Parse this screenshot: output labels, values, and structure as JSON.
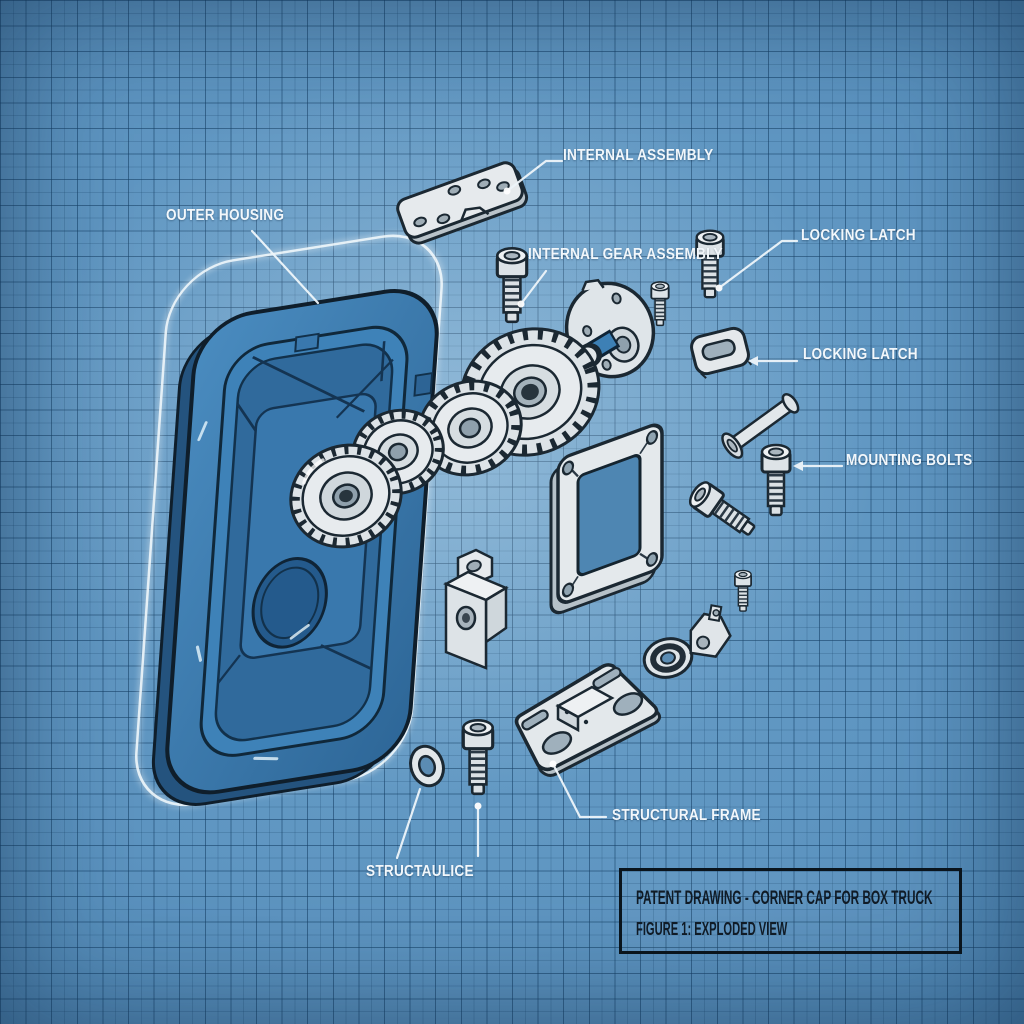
{
  "figure": {
    "title_block": {
      "line1": "PATENT DRAWING - CORNER CAP FOR BOX TRUCK",
      "line2": "FIGURE 1: EXPLODED VIEW"
    },
    "part_labels": {
      "internal_assembly": "INTERNAL ASSEMBLY",
      "outer_housing": "OUTER HOUSING",
      "internal_gear_assembly": "INTERNAL GEAR ASSEMBLY",
      "locking_latch_top": "LOCKING LATCH",
      "locking_latch_mid": "LOCKING LATCH",
      "mounting_bolts": "MOUNTING BOLTS",
      "structural_frame": "STRUCTURAL FRAME",
      "structural_splice": "STRUCTAULICE"
    },
    "colors": {
      "background_blue": "#5e95c1",
      "grid_blue": "#2f6292",
      "housing_blue": "#3a7cb2",
      "part_fill": "#e4e9ec",
      "ink": "#1b2832",
      "label_white": "#f2f7fb"
    }
  }
}
